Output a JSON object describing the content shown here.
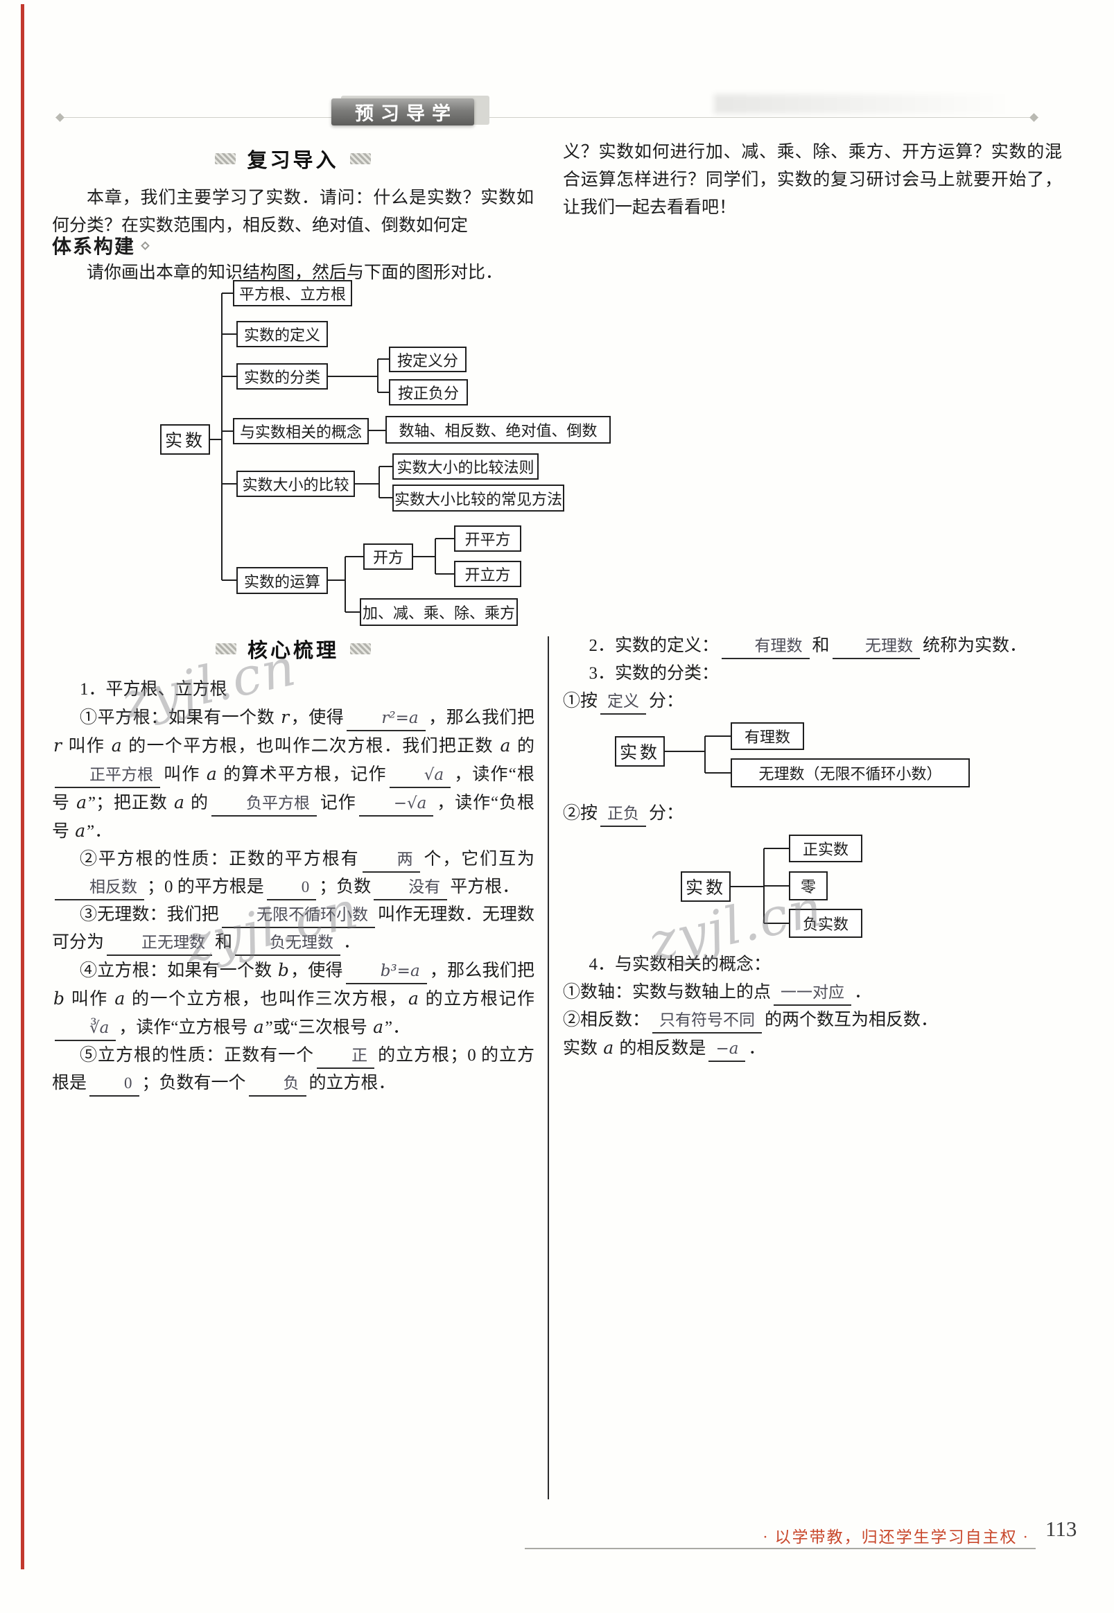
{
  "page": {
    "banner": "预习导学",
    "page_number": "113",
    "footer_slogan": "· 以学带教，归还学生学习自主权 ·",
    "watermark": "zyjl.cn"
  },
  "review": {
    "heading": "复习导入",
    "left_paragraph": "本章，我们主要学习了实数．请问：什么是实数？实数如何分类？在实数范围内，相反数、绝对值、倒数如何定",
    "right_paragraph": "义？实数如何进行加、减、乘、除、乘方、开方运算？实数的混合运算怎样进行？同学们，实数的复习研讨会马上就要开始了，让我们一起去看看吧！"
  },
  "system": {
    "heading": "体系构建",
    "intro": "请你画出本章的知识结构图，然后与下面的图形对比．",
    "tree": {
      "root": "实数",
      "square_cube_root": "平方根、立方根",
      "definition": "实数的定义",
      "classification": "实数的分类",
      "by_definition": "按定义分",
      "by_sign": "按正负分",
      "related_concepts": "与实数相关的概念",
      "related_items": "数轴、相反数、绝对值、倒数",
      "comparison": "实数大小的比较",
      "comparison_rule": "实数大小的比较法则",
      "comparison_methods": "实数大小比较的常见方法",
      "operations": "实数的运算",
      "evolution": "开方",
      "square_root_op": "开平方",
      "cube_root_op": "开立方",
      "arithmetic": "加、减、乘、除、乘方"
    }
  },
  "core": {
    "heading": "核心梳理",
    "item1_title": "1．平方根、立方根",
    "p1": [
      {
        "t": "①平方根：如果有一个数 "
      },
      {
        "i": "r"
      },
      {
        "t": "，使得"
      },
      {
        "b": "r²=a",
        "m": true
      },
      {
        "t": "，那么我们把 "
      },
      {
        "i": "r"
      },
      {
        "t": " 叫作 "
      },
      {
        "i": "a"
      },
      {
        "t": " 的一个平方根，也叫作二次方根．我们把正数 "
      },
      {
        "i": "a"
      },
      {
        "t": " 的"
      },
      {
        "b": "正平方根"
      },
      {
        "t": "叫作 "
      },
      {
        "i": "a"
      },
      {
        "t": " 的算术平方根，记作"
      },
      {
        "b": "√a",
        "m": true
      },
      {
        "t": "，读作“根号 "
      },
      {
        "i": "a"
      },
      {
        "t": "”；把正数 "
      },
      {
        "i": "a"
      },
      {
        "t": " 的"
      },
      {
        "b": "负平方根"
      },
      {
        "t": "记作"
      },
      {
        "b": "−√a",
        "m": true
      },
      {
        "t": "，读作“负根号 "
      },
      {
        "i": "a"
      },
      {
        "t": "”．"
      }
    ],
    "p2": [
      {
        "t": "②平方根的性质：正数的平方根有"
      },
      {
        "b": "两"
      },
      {
        "t": "个，它们互为"
      },
      {
        "b": "相反数"
      },
      {
        "t": "；0 的平方根是"
      },
      {
        "b": "0"
      },
      {
        "t": "；负数"
      },
      {
        "b": "没有"
      },
      {
        "t": "平方根．"
      }
    ],
    "p3": [
      {
        "t": "③无理数：我们把"
      },
      {
        "b": "无限不循环小数"
      },
      {
        "t": "叫作无理数．无理数可分为"
      },
      {
        "b": "正无理数"
      },
      {
        "t": "和"
      },
      {
        "b": "负无理数"
      },
      {
        "t": "．"
      }
    ],
    "p4": [
      {
        "t": "④立方根：如果有一个数 "
      },
      {
        "i": "b"
      },
      {
        "t": "，使得"
      },
      {
        "b": "b³=a",
        "m": true
      },
      {
        "t": "，那么我们把 "
      },
      {
        "i": "b"
      },
      {
        "t": " 叫作 "
      },
      {
        "i": "a"
      },
      {
        "t": " 的一个立方根，也叫作三次方根，"
      },
      {
        "i": "a"
      },
      {
        "t": " 的立方根记作"
      },
      {
        "b": "∛a",
        "m": true
      },
      {
        "t": "，读作“立方根号 "
      },
      {
        "i": "a"
      },
      {
        "t": "”或“三次根号 "
      },
      {
        "i": "a"
      },
      {
        "t": "”．"
      }
    ],
    "p5": [
      {
        "t": "⑤立方根的性质：正数有一个"
      },
      {
        "b": "正"
      },
      {
        "t": "的立方根；0 的立方根是"
      },
      {
        "b": "0"
      },
      {
        "t": "；负数有一个"
      },
      {
        "b": "负"
      },
      {
        "t": "的立方根．"
      }
    ]
  },
  "right": {
    "p2": [
      {
        "t": "2．实数的定义："
      },
      {
        "b": "有理数"
      },
      {
        "t": "和"
      },
      {
        "b": "无理数"
      },
      {
        "t": "统称为实数．"
      }
    ],
    "item3_title": "3．实数的分类：",
    "p3a": [
      {
        "t": "①按"
      },
      {
        "b": "定义"
      },
      {
        "t": "分："
      }
    ],
    "treeA": {
      "root": "实数",
      "c1": "有理数",
      "c2": "无理数（无限不循环小数）"
    },
    "p3b": [
      {
        "t": "②按"
      },
      {
        "b": "正负"
      },
      {
        "t": "分："
      }
    ],
    "treeB": {
      "root": "实数",
      "c1": "正实数",
      "c2": "零",
      "c3": "负实数"
    },
    "item4_title": "4．与实数相关的概念：",
    "p4a": [
      {
        "t": "①数轴：实数与数轴上的点"
      },
      {
        "b": "一一对应"
      },
      {
        "t": "．"
      }
    ],
    "p4b": [
      {
        "t": "②相反数："
      },
      {
        "b": "只有符号不同"
      },
      {
        "t": "的两个数互为相反数．"
      }
    ],
    "p4c": [
      {
        "t": "实数 "
      },
      {
        "i": "a"
      },
      {
        "t": " 的相反数是"
      },
      {
        "b": "−a",
        "m": true
      },
      {
        "t": "．"
      }
    ]
  }
}
